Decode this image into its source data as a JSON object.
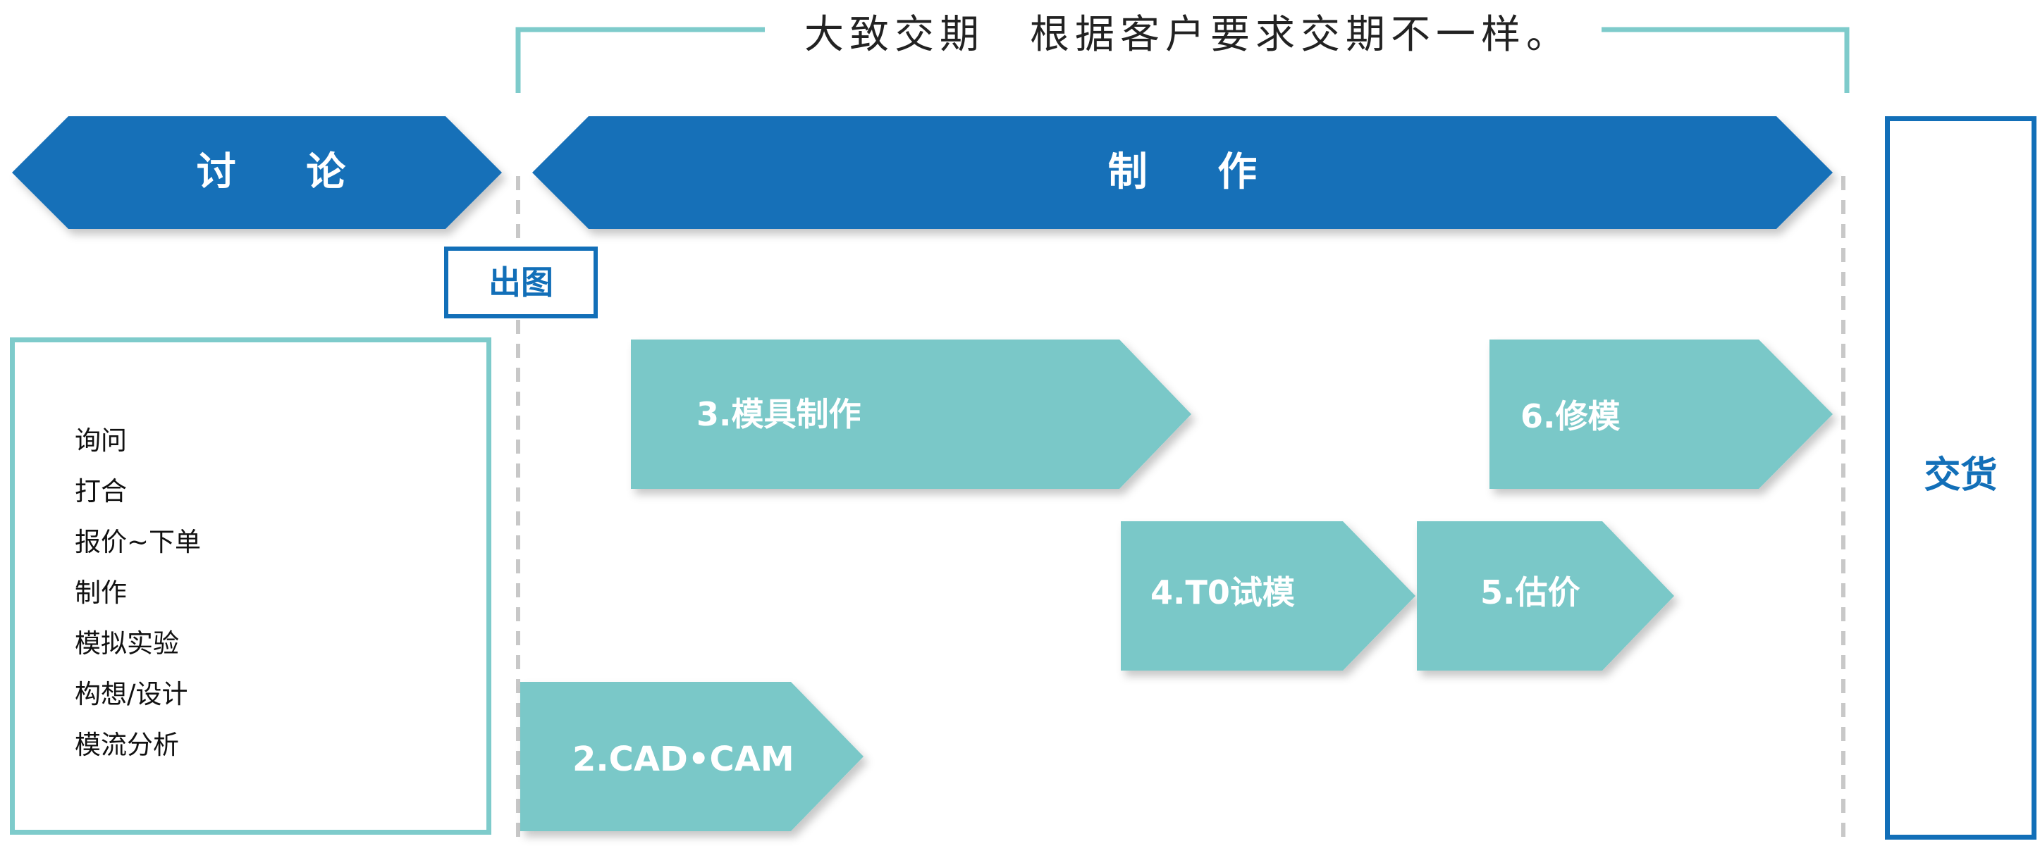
{
  "header": {
    "lead_time_note": "大致交期　根据客户要求交期不一样。"
  },
  "phases": {
    "discussion": "讨 论",
    "production": "制 作"
  },
  "drawing_label": "出图",
  "discussion_items": [
    "询问",
    "打合",
    "报价~下单",
    "制作",
    "模拟实验",
    "构想/设计",
    "模流分析"
  ],
  "steps": {
    "cad_cam": "2.CAD•CAM",
    "mold_making": "3.模具制作",
    "t0_trial": "4.T0试模",
    "estimate": "5.估价",
    "mold_repair": "6.修模"
  },
  "delivery_label": "交货",
  "colors": {
    "primary_blue": "#126fb8",
    "teal": "#7ac8c8",
    "bracket_teal": "#7ecbcb",
    "guide_gray": "#c8c8c8"
  }
}
